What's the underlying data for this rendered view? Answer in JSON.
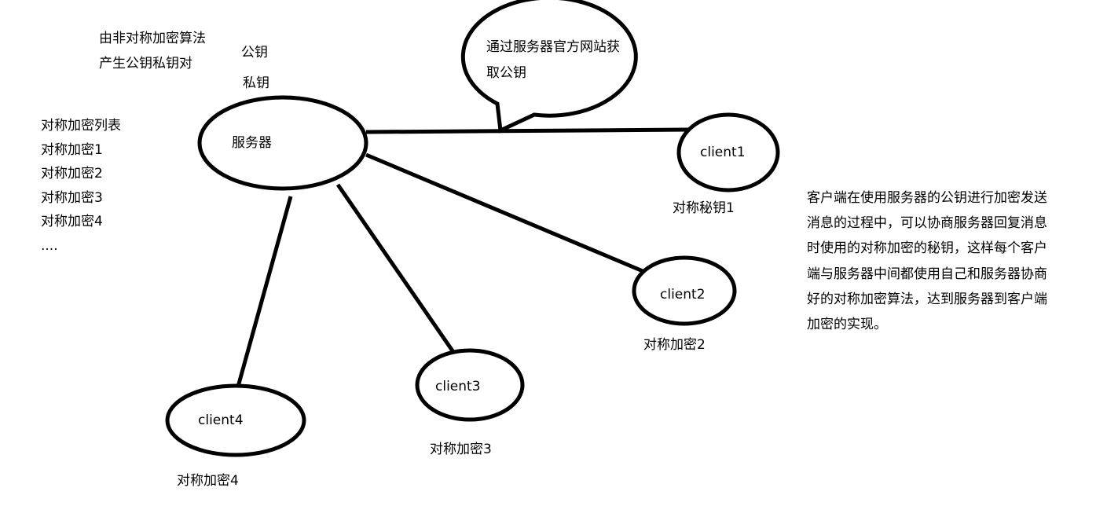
{
  "top_note": [
    "由非对称加密算法",
    "产生公钥私钥对"
  ],
  "key_labels": {
    "public": "公钥",
    "private": "私钥"
  },
  "symmetric_list": {
    "title": "对称加密列表",
    "items": [
      "对称加密1",
      "对称加密2",
      "对称加密3",
      "对称加密4",
      "...."
    ]
  },
  "server": {
    "label": "服务器"
  },
  "speech_bubble": [
    "通过服务器官方网站获",
    "取公钥"
  ],
  "clients": [
    {
      "label": "client1",
      "key": "对称秘钥1"
    },
    {
      "label": "client2",
      "key": "对称加密2"
    },
    {
      "label": "client3",
      "key": "对称加密3"
    },
    {
      "label": "client4",
      "key": "对称加密4"
    }
  ],
  "explanation": [
    "客户端在使用服务器的公钥进行加密发送",
    "消息的过程中，可以协商服务器回复消息",
    "时使用的对称加密的秘钥，这样每个客户",
    "端与服务器中间都使用自己和服务器协商",
    "好的对称加密算法，达到服务器到客户端",
    "加密的实现。"
  ]
}
